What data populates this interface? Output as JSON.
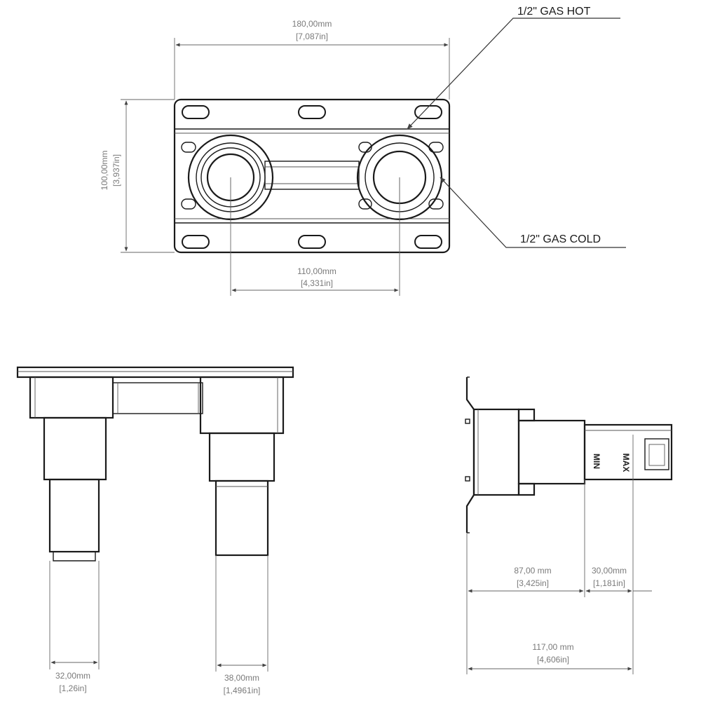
{
  "front_view": {
    "width_dim": {
      "mm": "180,00mm",
      "inch": "[7,087in]"
    },
    "height_dim": {
      "mm": "100,00mm",
      "inch": "[3,937in]"
    },
    "spacing_dim": {
      "mm": "110,00mm",
      "inch": "[4,331in]"
    },
    "callouts": {
      "hot": "1/2\" GAS HOT",
      "cold": "1/2\" GAS COLD"
    }
  },
  "bottom_view": {
    "left_dim": {
      "mm": "32,00mm",
      "inch": "[1,26in]"
    },
    "right_dim": {
      "mm": "38,00mm",
      "inch": "[1,4961in]"
    }
  },
  "side_view": {
    "depth_dim": {
      "mm": "87,00 mm",
      "inch": "[3,425in]"
    },
    "adjust_dim": {
      "mm": "30,00mm",
      "inch": "[1,181in]"
    },
    "total_dim": {
      "mm": "117,00 mm",
      "inch": "[4,606in]"
    },
    "labels": {
      "min": "MIN",
      "max": "MAX"
    }
  }
}
